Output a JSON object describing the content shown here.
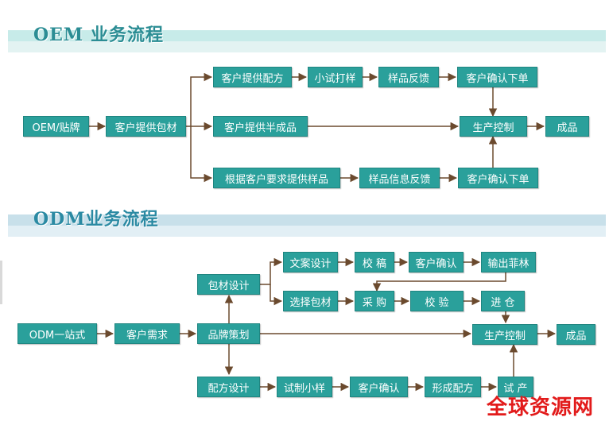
{
  "oem": {
    "title": "OEM 业务流程",
    "nodes": {
      "start": "OEM/贴牌",
      "package": "客户提供包材",
      "formula": "客户提供配方",
      "trial": "小试打样",
      "sample_feedback": "样品反馈",
      "confirm_order_top": "客户确认下单",
      "semi": "客户提供半成品",
      "production": "生产控制",
      "product": "成品",
      "custom_sample": "根据客户要求提供样品",
      "sample_info": "样品信息反馈",
      "confirm_order_bottom": "客户确认下单"
    }
  },
  "odm": {
    "title": "ODM业务流程",
    "nodes": {
      "start": "ODM一站式",
      "demand": "客户需求",
      "brand": "品牌策划",
      "package_design": "包材设计",
      "copy_design": "文案设计",
      "proofread": "校 稿",
      "customer_confirm_1": "客户确认",
      "film": "输出菲林",
      "choose_package": "选择包材",
      "purchase": "采 购",
      "inspect": "校 验",
      "warehouse": "进 仓",
      "production": "生产控制",
      "product": "成品",
      "formula_design": "配方设计",
      "trial_sample": "试制小样",
      "customer_confirm_2": "客户确认",
      "form_formula": "形成配方",
      "trial_production": "试 产"
    }
  },
  "watermark": "全球资源网",
  "colors": {
    "box": "#2aa09b",
    "arrow": "#6b4a2e",
    "watermark": "#e21b1b"
  }
}
